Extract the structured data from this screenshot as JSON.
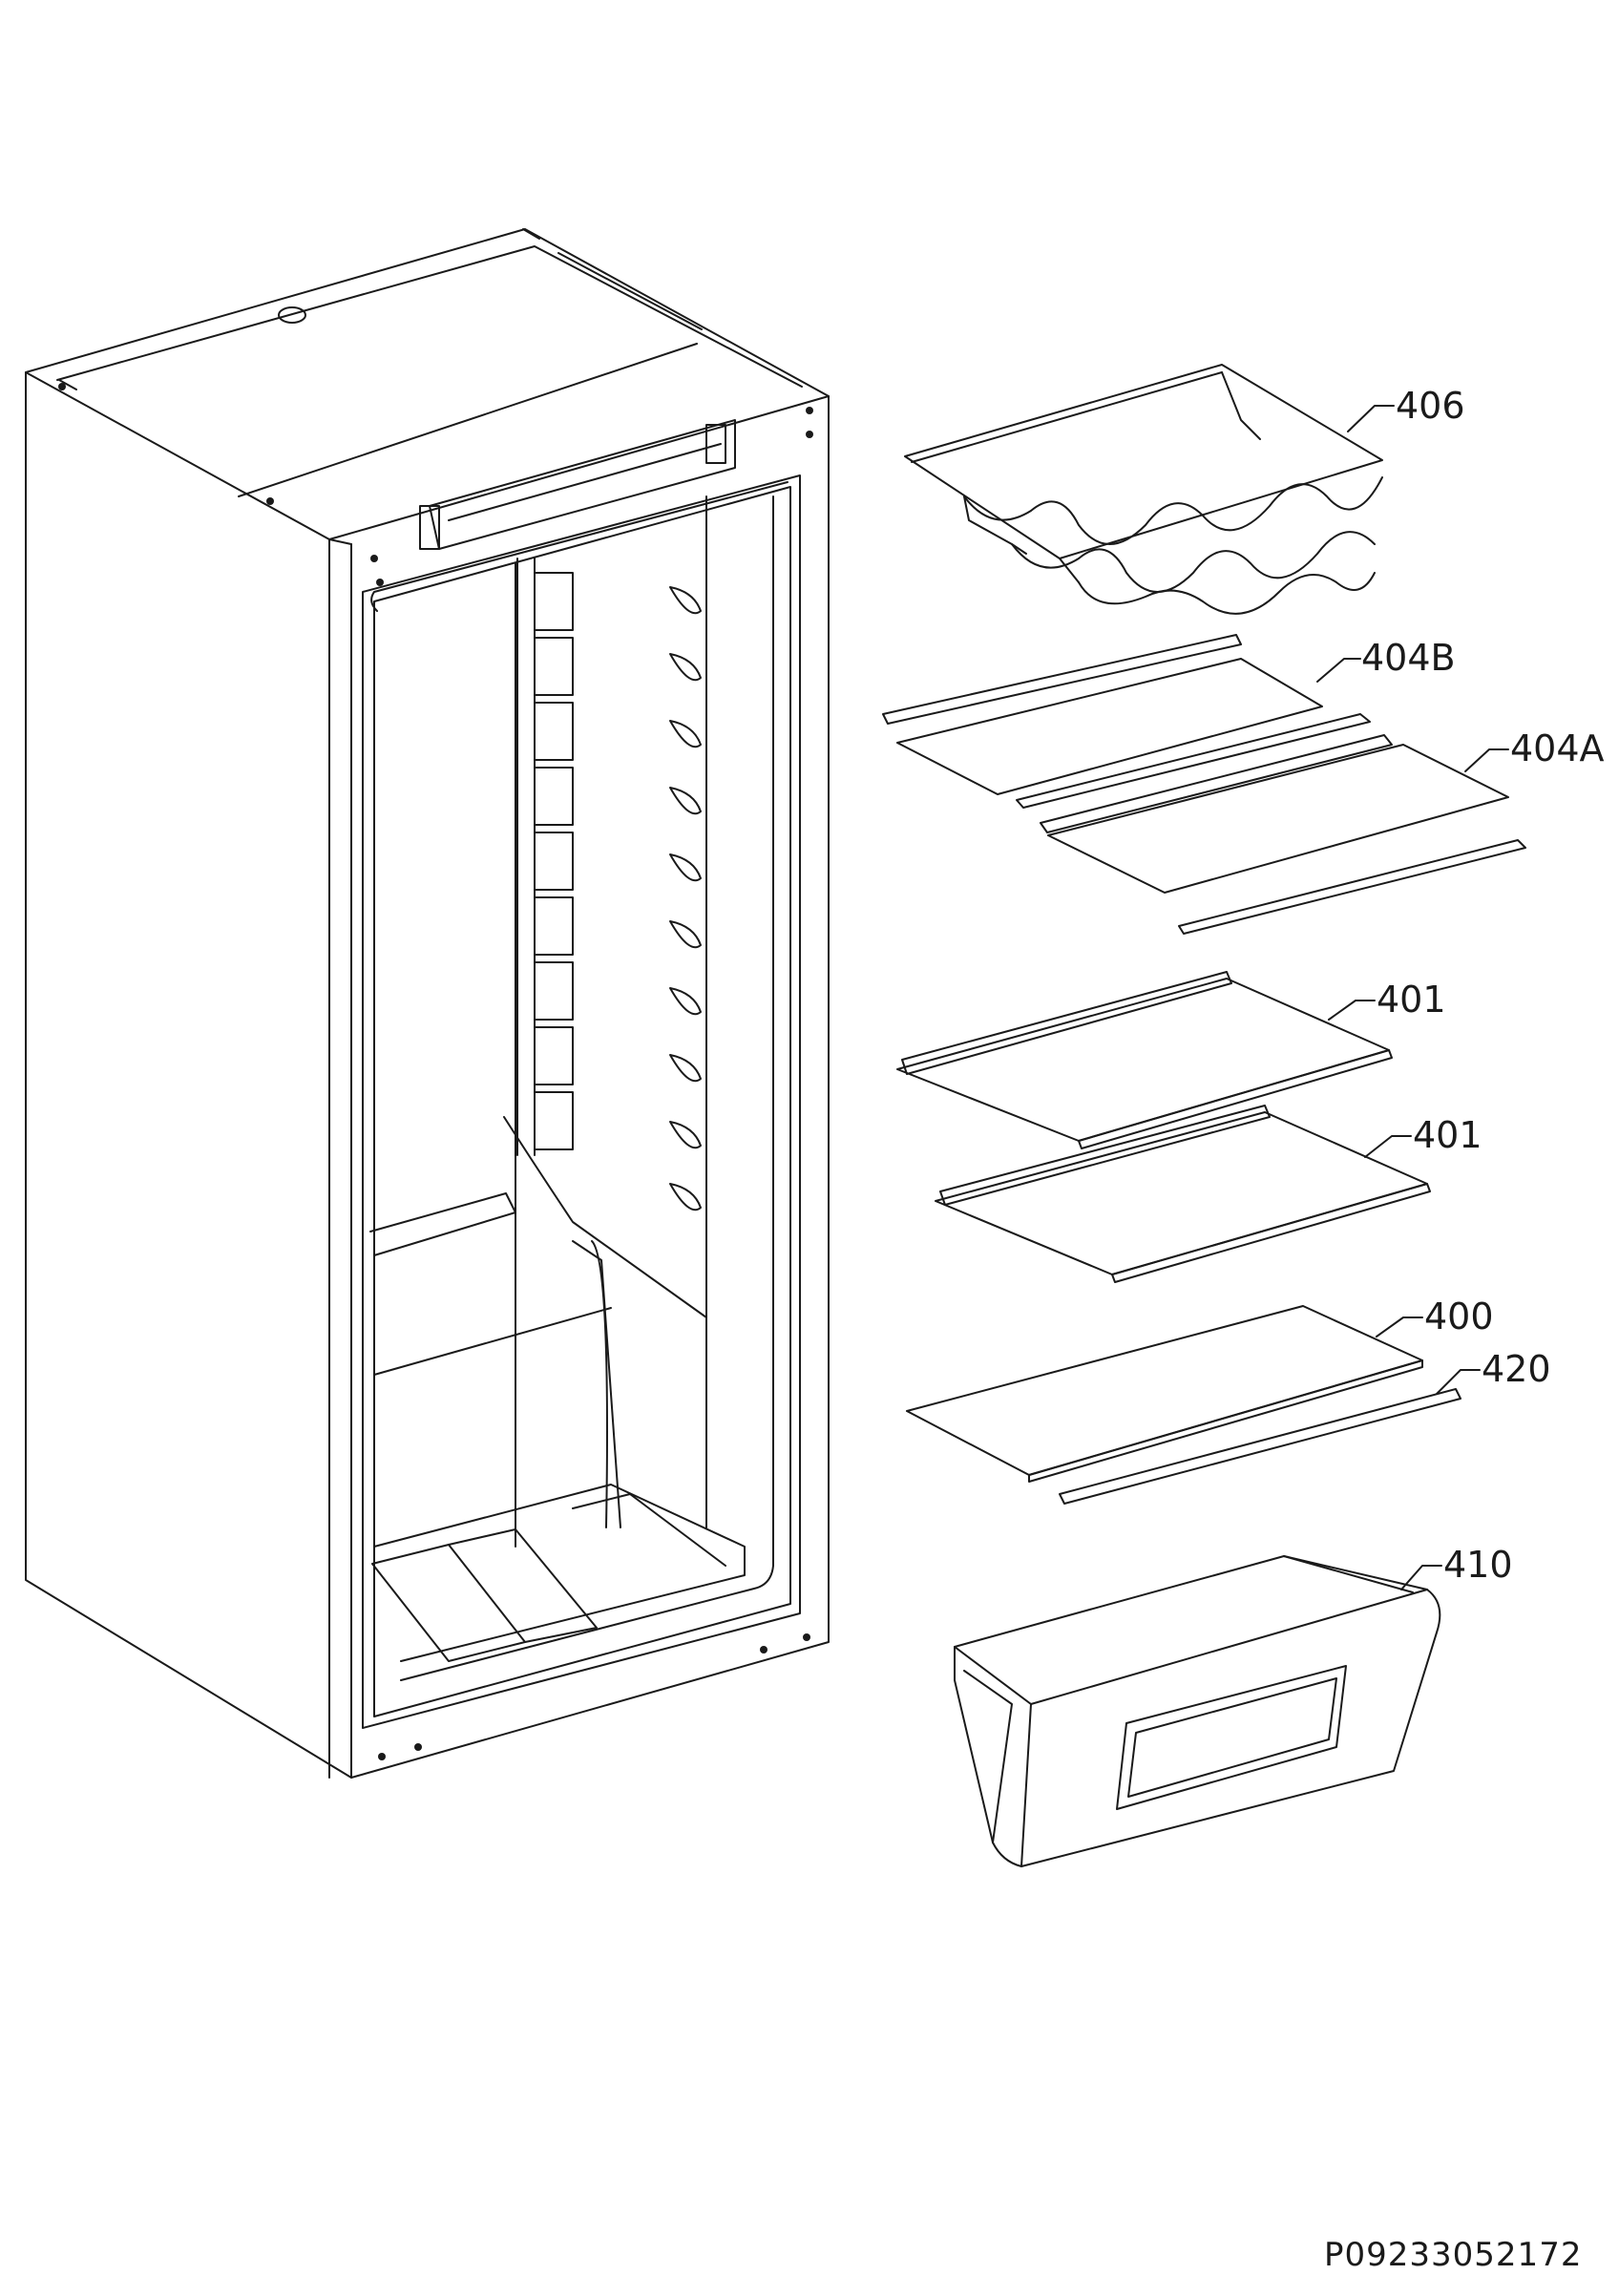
{
  "document_id": "P09233052172",
  "part_labels": {
    "wine_rack": "406",
    "shelf_short": "404B",
    "shelf_long": "404A",
    "glass_shelf_upper": "401",
    "glass_shelf_middle": "401",
    "glass_shelf_bottom": "400",
    "shelf_trim": "420",
    "crisper_drawer": "410"
  }
}
